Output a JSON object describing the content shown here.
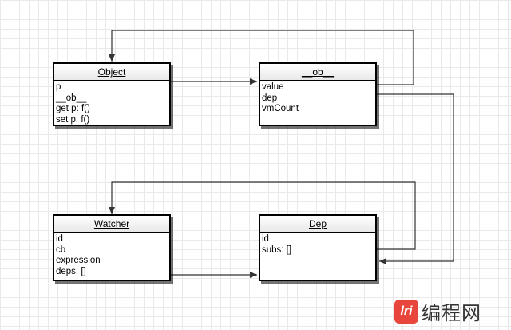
{
  "classes": {
    "object": {
      "title": "Object",
      "fields": [
        "p",
        "__ob__",
        "get p: f()",
        "set p: f()"
      ]
    },
    "ob": {
      "title": "__ob__",
      "fields": [
        "value",
        "dep",
        "vmCount"
      ]
    },
    "watcher": {
      "title": "Watcher",
      "fields": [
        "id",
        "cb",
        "expression",
        "deps: []"
      ]
    },
    "dep": {
      "title": "Dep",
      "fields": [
        "id",
        "subs: []"
      ]
    }
  },
  "watermark": {
    "badge": "lri",
    "text": "编程网"
  },
  "colors": {
    "line": "#333333",
    "box_border": "#000000",
    "grid": "#e9e9e9",
    "brand": "#e8453c"
  }
}
